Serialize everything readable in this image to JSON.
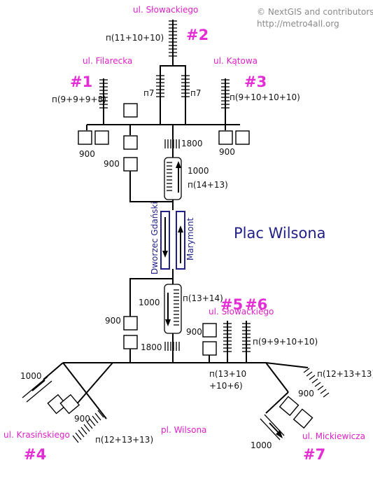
{
  "credits": {
    "copyright": "© NextGIS and contributors",
    "url": "http://metro4all.org"
  },
  "title": "Plac Wilsona",
  "stations": {
    "left": "Dworzec Gdański",
    "right": "Marymont"
  },
  "streets": {
    "slowackiego_top": "ul. Słowackiego",
    "filarecka": "ul. Filarecka",
    "katowa": "ul. Kątowa",
    "slowackiego_mid": "ul. Słowackiego",
    "krasinskiego": "ul. Krasińskiego",
    "pl_wilsona": "pl. Wilsona",
    "mickiewicza": "ul. Mickiewicza"
  },
  "exits": {
    "e1": "#1",
    "e2": "#2",
    "e3": "#3",
    "e4": "#4",
    "e5": "#5",
    "e6": "#6",
    "e7": "#7"
  },
  "notes": {
    "n2": "п(11+10+10)",
    "n1": "п(9+9+9+8)",
    "n3": "п(9+10+10+10)",
    "n7a": "п7",
    "n7b": "п7",
    "w900_a": "900",
    "w900_b": "900",
    "w900_c": "900",
    "w1800_top": "1800",
    "w1000_top": "1000",
    "n14_13": "п(14+13)",
    "n13_14": "п(13+14)",
    "w1000_mid": "1000",
    "w900_d": "900",
    "w900_e": "900",
    "w1800_bot": "1800",
    "n9_9_10_10": "п(9+9+10+10)",
    "n13_10_a": "п(13+10",
    "n13_10_b": "+10+6)",
    "w1000_left": "1000",
    "w900_left": "900",
    "n12_left": "п(12+13+13)",
    "n12_right": "п(12+13+13)",
    "w900_right": "900",
    "w1000_right": "1000"
  }
}
